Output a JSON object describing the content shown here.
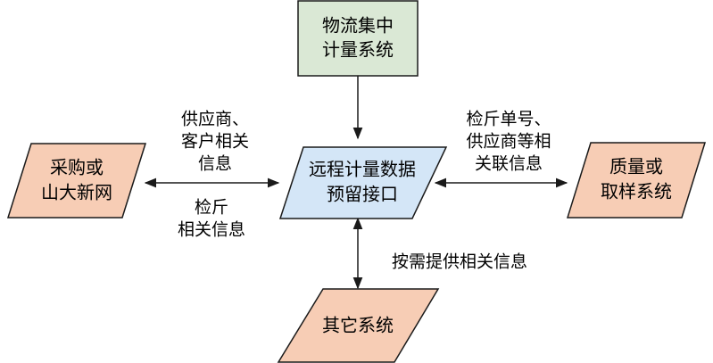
{
  "colors": {
    "top_fill": "#dae8d5",
    "center_fill": "#d4e6f7",
    "side_fill": "#f7cdb5",
    "stroke": "#1a1a1a"
  },
  "nodes": {
    "top": {
      "line1": "物流集中",
      "line2": "计量系统"
    },
    "center": {
      "line1": "远程计量数据",
      "line2": "预留接口"
    },
    "left": {
      "line1": "采购或",
      "line2": "山大新网"
    },
    "right": {
      "line1": "质量或",
      "line2": "取样系统"
    },
    "bottom": {
      "line1": "其它系统"
    }
  },
  "edge_labels": {
    "left_upper": {
      "line1": "供应商、",
      "line2": "客户相关",
      "line3": "信息"
    },
    "left_lower": {
      "line1": "检斤",
      "line2": "相关信息"
    },
    "right_upper": {
      "line1": "检斤单号、",
      "line2": "供应商等相",
      "line3": "关联信息"
    },
    "bottom": {
      "line1": "按需提供相关信息"
    }
  }
}
